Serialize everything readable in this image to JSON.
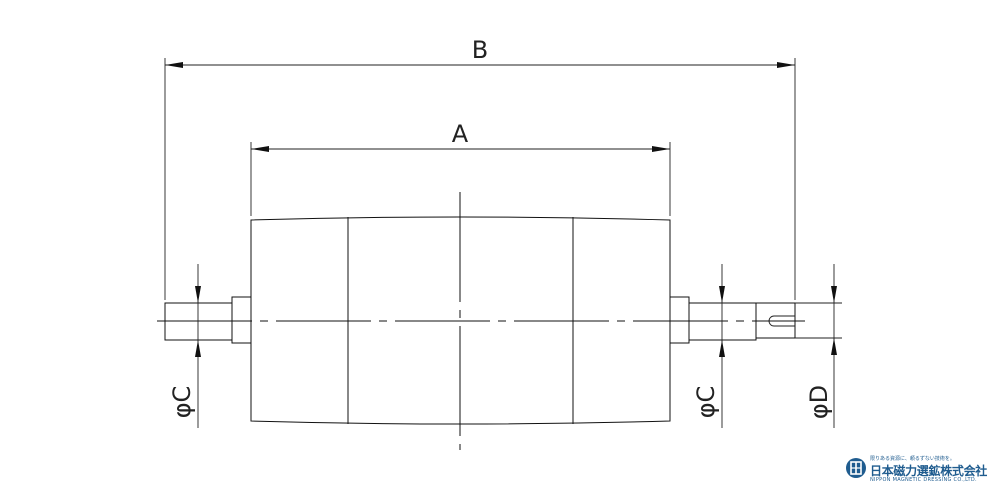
{
  "dimensions": {
    "overall_length": "B",
    "face_length": "A",
    "shaft_dia_left": "φC",
    "shaft_dia_right": "φC",
    "shaft_end_dia": "φD"
  },
  "logo": {
    "tagline": "限りある資源に、頼るずない技術を。",
    "company_jp": "日本磁力選鉱株式会社",
    "company_en": "NIPPON MAGNETIC DRESSING CO.,LTD.",
    "color": "#1f5c8f"
  }
}
